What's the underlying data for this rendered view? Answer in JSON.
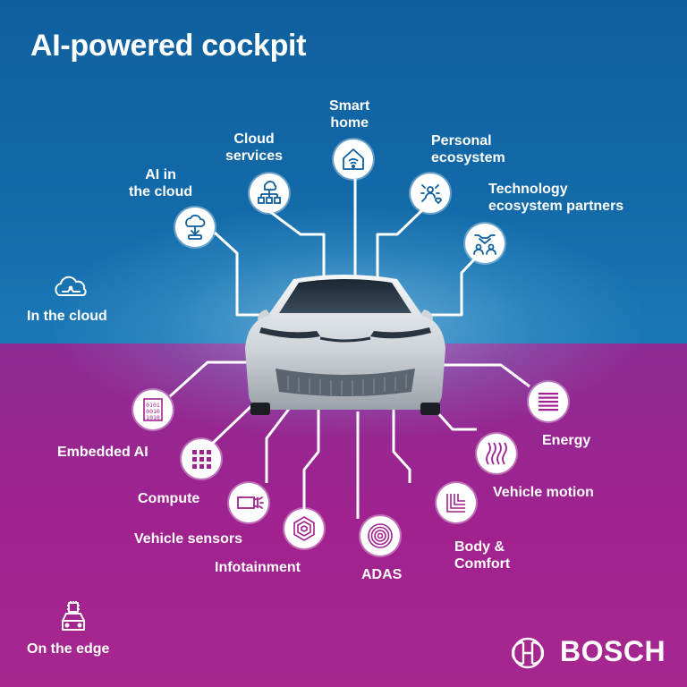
{
  "title": "AI-powered cockpit",
  "zones": {
    "cloud": "In the cloud",
    "edge": "On the edge"
  },
  "top_nodes": {
    "ai_in_cloud": "AI in\nthe cloud",
    "cloud_services": "Cloud\nservices",
    "smart_home": "Smart\nhome",
    "personal_ecosystem": "Personal\necosystem",
    "tech_partners": "Technology\necosystem partners"
  },
  "bottom_nodes": {
    "embedded_ai": "Embedded AI",
    "compute": "Compute",
    "vehicle_sensors": "Vehicle sensors",
    "infotainment": "Infotainment",
    "adas": "ADAS",
    "body_comfort": "Body &\nComfort",
    "vehicle_motion": "Vehicle motion",
    "energy": "Energy"
  },
  "brand": {
    "name": "BOSCH"
  },
  "icons": {
    "ai_in_cloud": "cloud-ai-icon",
    "cloud_services": "network-icon",
    "smart_home": "house-wifi-icon",
    "personal_ecosystem": "people-network-icon",
    "tech_partners": "handshake-icon",
    "embedded_ai": "binary-icon",
    "compute": "grid-icon",
    "vehicle_sensors": "camera-icon",
    "infotainment": "hexagon-icon",
    "adas": "target-icon",
    "body_comfort": "corner-lines-icon",
    "vehicle_motion": "waves-icon",
    "energy": "stripes-icon"
  },
  "colors": {
    "top_bg": "#136aa9",
    "bottom_bg": "#a1228f",
    "node_icon": "#a1228f",
    "node_icon_top": "#0f5f9e"
  }
}
